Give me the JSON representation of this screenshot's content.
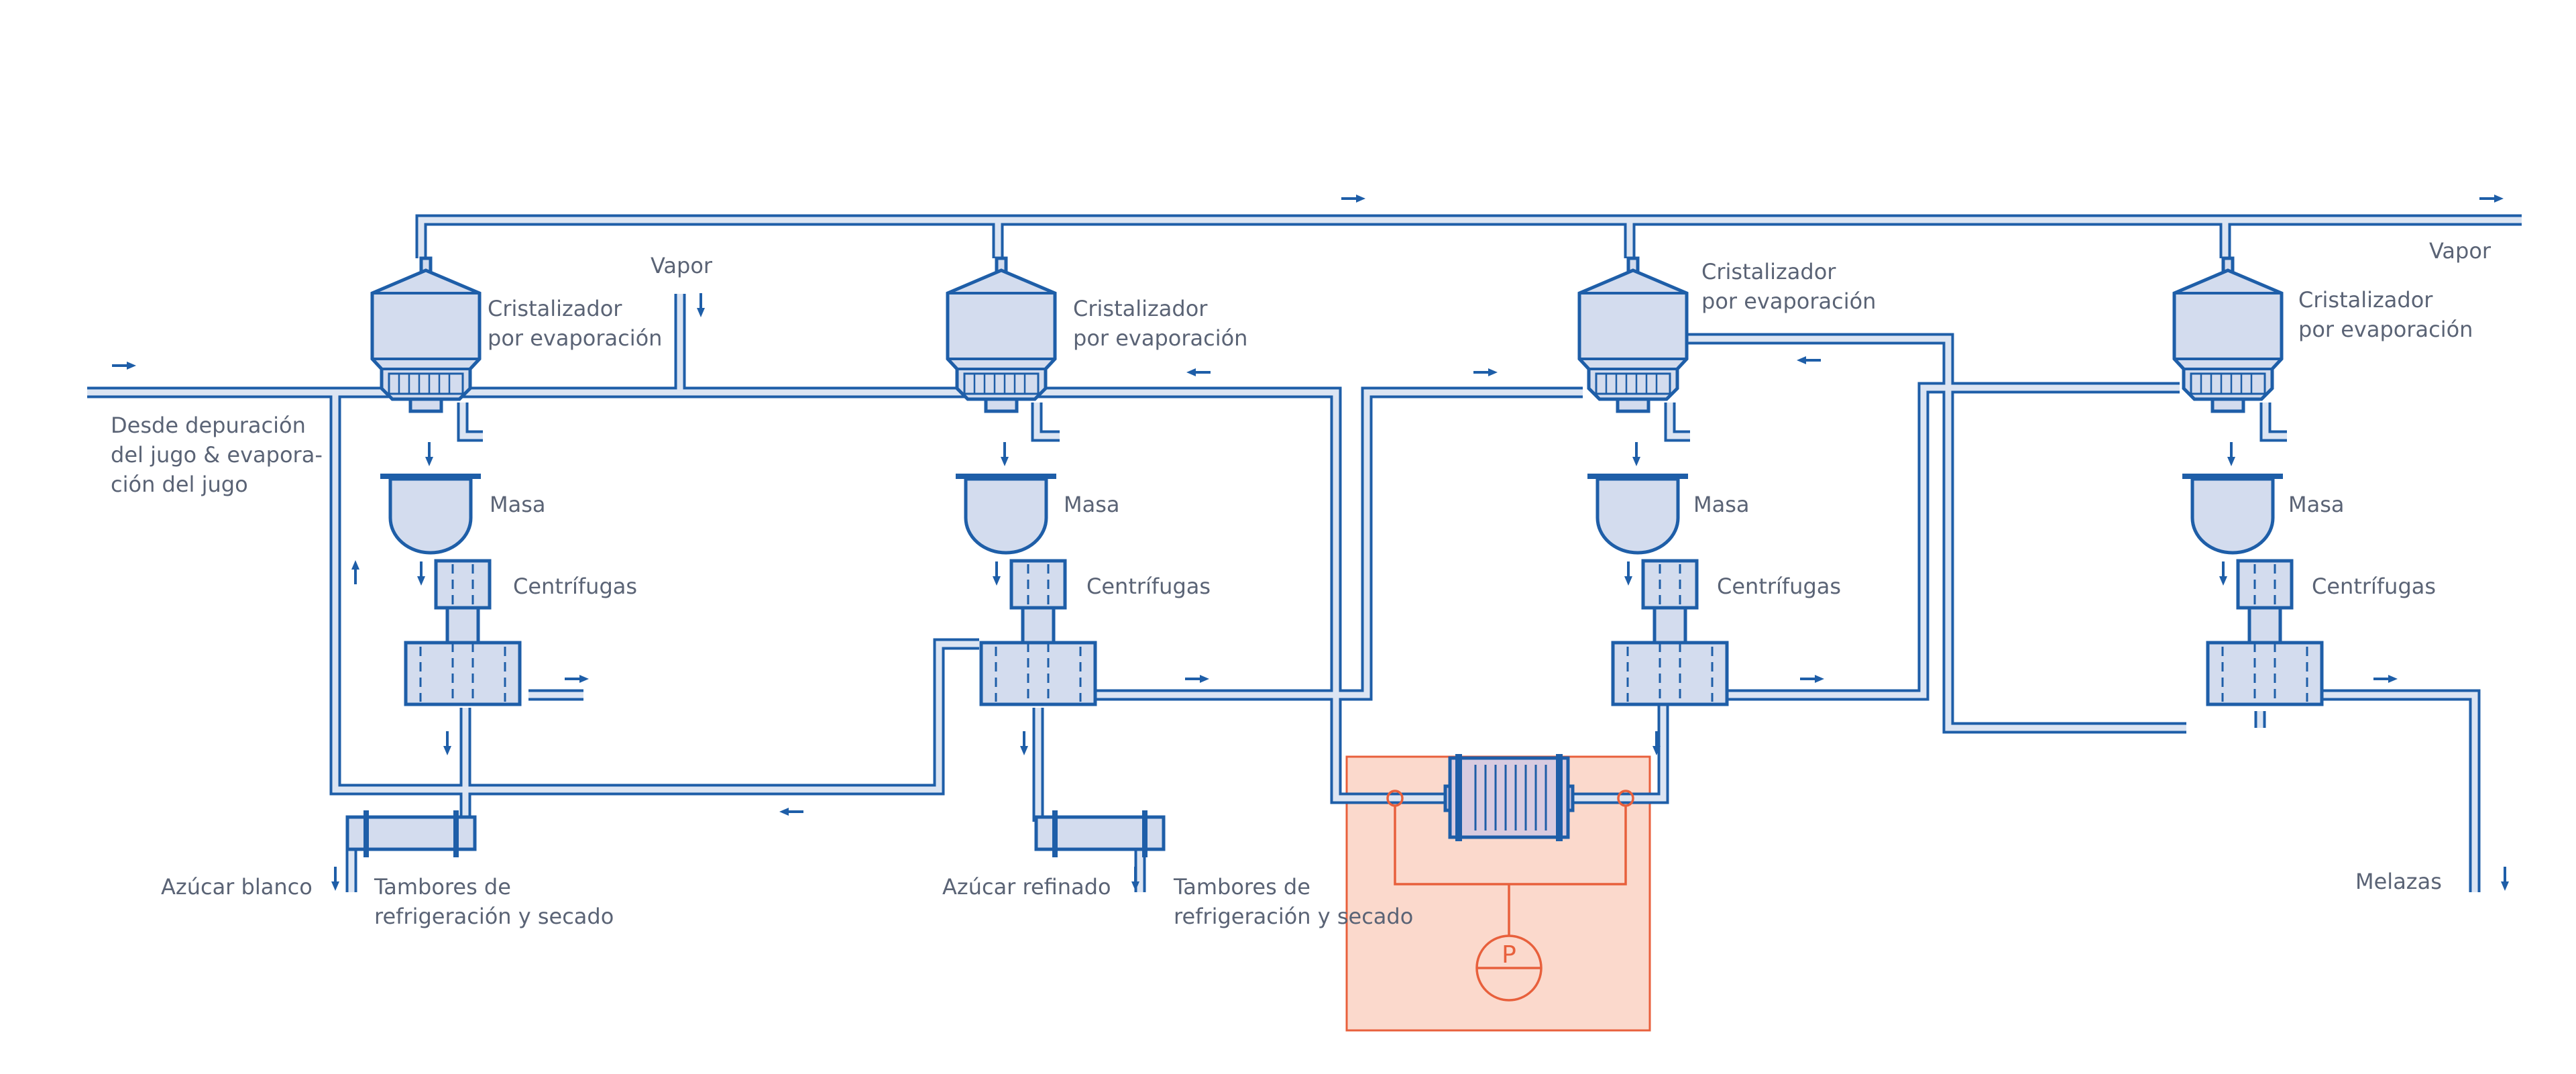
{
  "labels": {
    "vapor_1": "Vapor",
    "vapor_2": "Vapor",
    "feed_1": "Desde depuración",
    "feed_2": "del jugo & evapora-",
    "feed_3": "ción del jugo",
    "crystallizer_1": "Cristalizador",
    "crystallizer_2": "por evaporación",
    "masa": "Masa",
    "centrifugas": "Centrífugas",
    "white_sugar": "Azúcar blanco",
    "refined_sugar": "Azúcar refinado",
    "drums_1": "Tambores de",
    "drums_2": "refrigeración y secado",
    "molasses": "Melazas",
    "pump": "P"
  },
  "colors": {
    "pipe": "#1e5ea8",
    "equipment_fill": "#d3dcee",
    "heat_exchanger_fill": "#d8cbe0",
    "highlight_box": "#fbd9cc",
    "highlight_line": "#e8603c",
    "text": "#5a6375"
  },
  "icons": {
    "crystallizer": "crystallizer-vessel-icon",
    "masa": "massecuite-tank-icon",
    "centrifuge": "centrifuge-icon",
    "drum": "rotary-drum-icon",
    "heat_exchanger": "plate-heat-exchanger-icon",
    "pump": "pump-icon",
    "flow": "flow-arrow-icon"
  }
}
